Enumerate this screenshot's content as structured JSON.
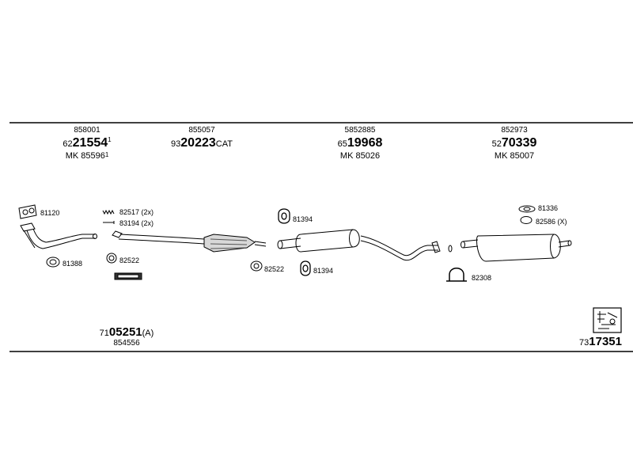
{
  "headers": [
    {
      "top": "858001",
      "prefix": "62",
      "bold": "21554",
      "sup": "1",
      "mk": "MK 85596",
      "mk_sup": "1"
    },
    {
      "top": "855057",
      "prefix": "93",
      "bold": "20223",
      "suffix": "CAT"
    },
    {
      "top": "5852885",
      "prefix": "65",
      "bold": "19968",
      "mk": "MK 85026"
    },
    {
      "top": "852973",
      "prefix": "52",
      "bold": "70339",
      "mk": "MK 85007"
    }
  ],
  "part_labels": {
    "p81120": "81120",
    "p81388": "81388",
    "p82517": "82517 (2x)",
    "p83194": "83194 (2x)",
    "p82522a": "82522",
    "p81394a": "81394",
    "p82522b": "82522",
    "p81394b": "81394",
    "p81336": "81336",
    "p82586": "82586 (X)",
    "p82308": "82308"
  },
  "footer_left": {
    "prefix": "71",
    "bold": "05251",
    "suffix": "(A)",
    "sub": "854556"
  },
  "footer_right": {
    "prefix": "73",
    "bold": "17351"
  }
}
